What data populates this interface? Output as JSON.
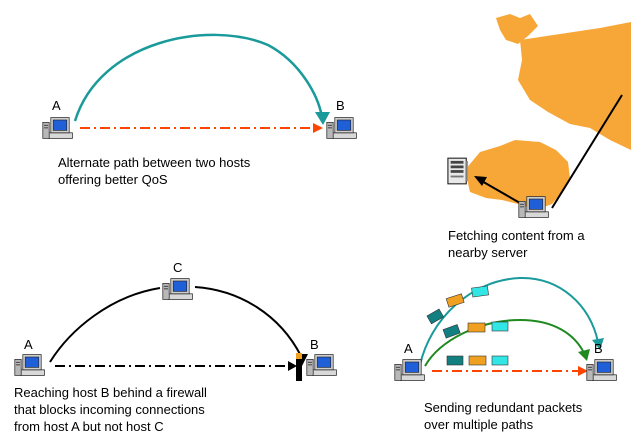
{
  "panels": {
    "alternate_path": {
      "host_a": "A",
      "host_b": "B",
      "caption": [
        "Alternate path between two hosts",
        "offering better QoS"
      ]
    },
    "content_fetch": {
      "caption": [
        "Fetching content from a",
        "nearby server"
      ]
    },
    "firewall": {
      "host_a": "A",
      "host_b": "B",
      "host_c": "C",
      "caption": [
        "Reaching host B behind a firewall",
        "that blocks incoming connections",
        "from host A but not host C"
      ]
    },
    "redundant": {
      "host_a": "A",
      "host_b": "B",
      "caption": [
        "Sending redundant packets",
        "over multiple paths"
      ]
    }
  },
  "colors": {
    "teal_path": "#1a9a9a",
    "green_path": "#1f8a1f",
    "direct_path": "#ff4400",
    "land": "#f7a737",
    "packet_teal": "#128080",
    "packet_orange": "#f0a020",
    "packet_cyan": "#33e6e6"
  }
}
